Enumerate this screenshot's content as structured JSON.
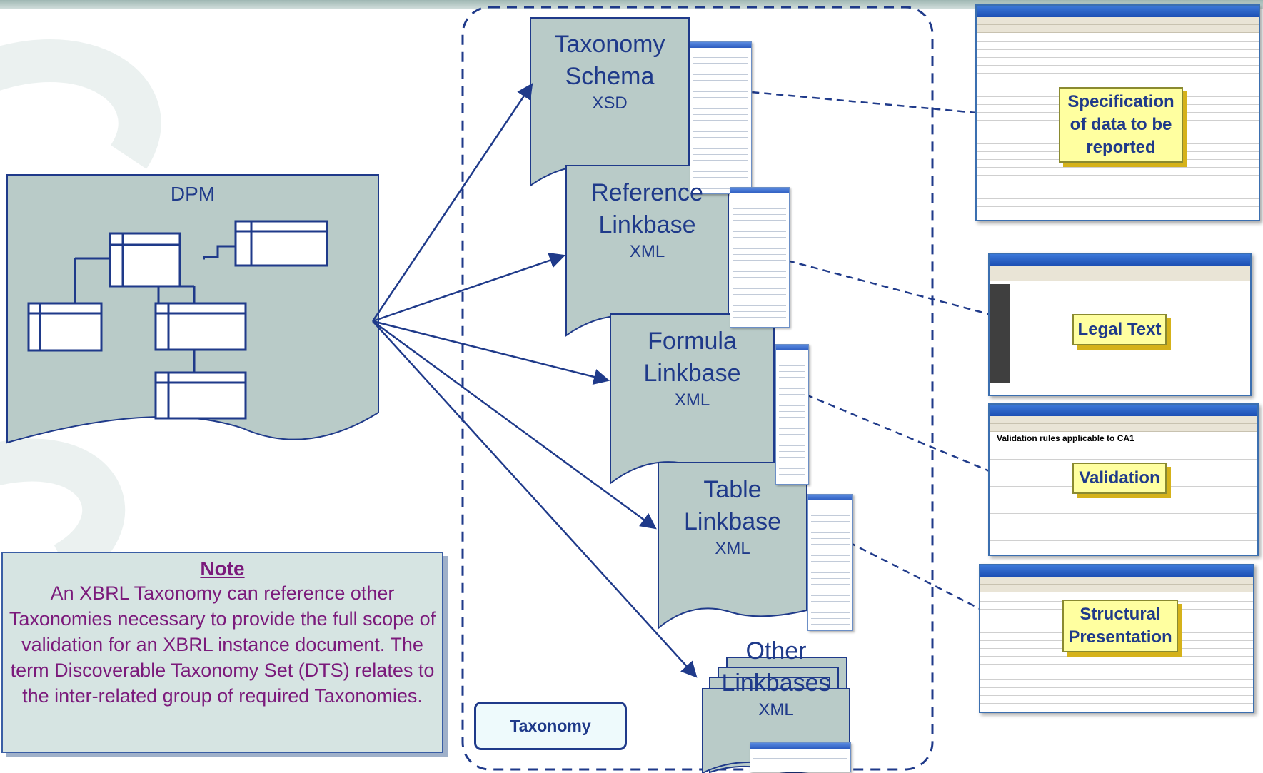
{
  "dpm": {
    "label": "DPM"
  },
  "documents": [
    {
      "id": "schema",
      "title_line1": "Taxonomy",
      "title_line2": "Schema",
      "format": "XSD"
    },
    {
      "id": "reference",
      "title_line1": "Reference",
      "title_line2": "Linkbase",
      "format": "XML"
    },
    {
      "id": "formula",
      "title_line1": "Formula",
      "title_line2": "Linkbase",
      "format": "XML"
    },
    {
      "id": "table",
      "title_line1": "Table",
      "title_line2": "Linkbase",
      "format": "XML"
    },
    {
      "id": "other",
      "title_line1": "Other",
      "title_line2": "Linkbases",
      "format": "XML"
    }
  ],
  "taxonomy_box": {
    "label": "Taxonomy"
  },
  "callouts": [
    {
      "id": "spec",
      "text": "Specification of data to be reported"
    },
    {
      "id": "legal",
      "text": "Legal Text"
    },
    {
      "id": "validation",
      "text": "Validation"
    },
    {
      "id": "structural",
      "text": "Structural Presentation"
    }
  ],
  "note": {
    "title": "Note",
    "body": "An XBRL Taxonomy can reference other Taxonomies necessary to provide the full scope of validation for an XBRL instance document. The term Discoverable Taxonomy Set (DTS) relates to the inter-related group of required Taxonomies."
  },
  "screenshots": {
    "validation_heading": "Validation rules applicable to CA1"
  },
  "colors": {
    "doc_fill": "#b9cbc8",
    "doc_stroke": "#1f3a8a",
    "label_text": "#1f3a8a",
    "callout_fill": "#ffffa0",
    "note_text": "#7b1a7b"
  }
}
